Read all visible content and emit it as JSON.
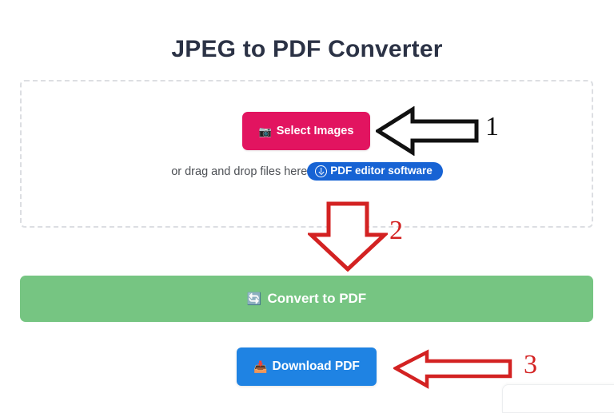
{
  "page": {
    "title": "JPEG to PDF Converter",
    "background_color": "#ffffff",
    "title_color": "#2b3245"
  },
  "dropzone": {
    "name": "file-dropzone",
    "border_style": "dashed",
    "border_color": "#dcdee2",
    "select_button": {
      "label": "Select Images",
      "icon": "camera-icon",
      "icon_glyph": "📷",
      "background_color": "#e21460",
      "text_color": "#ffffff"
    },
    "drop_hint": "or drag and drop files here",
    "promo_badge": {
      "label": "PDF editor software",
      "icon": "circle-download-icon",
      "background_color": "#1763d4",
      "text_color": "#ffffff"
    }
  },
  "convert": {
    "label": "Convert to PDF",
    "icon": "refresh-icon",
    "icon_glyph": "🔄",
    "background_color": "#76c582",
    "text_color": "#ffffff"
  },
  "download": {
    "label": "Download PDF",
    "icon": "inbox-tray-icon",
    "icon_glyph": "📥",
    "background_color": "#1f83e3",
    "text_color": "#ffffff"
  },
  "annotations": [
    {
      "step": "1",
      "icon": "arrow-left-icon",
      "direction": "left",
      "color": "#111111",
      "points_to": "Select Images"
    },
    {
      "step": "2",
      "icon": "arrow-down-icon",
      "direction": "down",
      "color": "#d32222",
      "points_to": "Convert to PDF"
    },
    {
      "step": "3",
      "icon": "arrow-left-icon",
      "direction": "left",
      "color": "#d32222",
      "points_to": "Download PDF"
    }
  ]
}
